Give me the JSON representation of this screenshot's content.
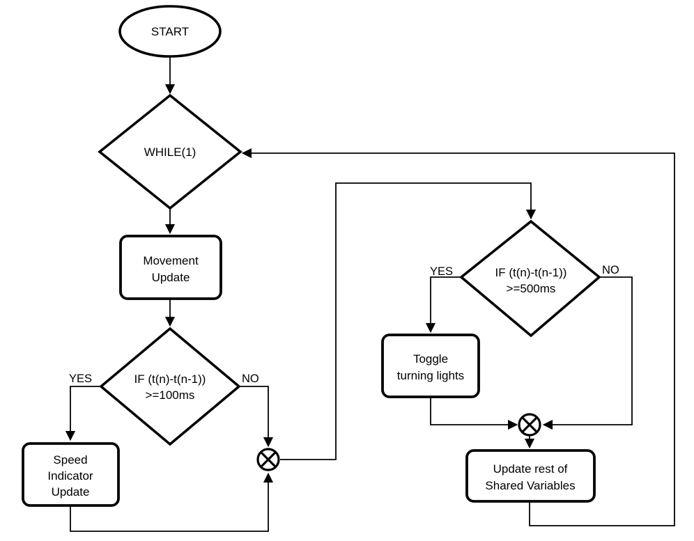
{
  "diagram": {
    "type": "flowchart",
    "colors": {
      "background": "#ffffff",
      "stroke": "#000000",
      "text": "#000000"
    },
    "nodes": {
      "start": {
        "shape": "terminator-ellipse",
        "label": "START"
      },
      "while_loop": {
        "shape": "decision-diamond",
        "label": "WHILE(1)"
      },
      "movement_update": {
        "shape": "process-rect",
        "lines": [
          "Movement",
          "Update"
        ]
      },
      "if_timer_100ms": {
        "shape": "decision-diamond",
        "lines": [
          "IF (t(n)-t(n-1))",
          ">=100ms"
        ]
      },
      "speed_indicator_update": {
        "shape": "process-rect",
        "lines": [
          "Speed",
          "Indicator",
          "Update"
        ]
      },
      "merge_left": {
        "shape": "xor-junction",
        "symbol": "⊗"
      },
      "if_timer_500ms": {
        "shape": "decision-diamond",
        "lines": [
          "IF (t(n)-t(n-1))",
          ">=500ms"
        ]
      },
      "toggle_turning_lights": {
        "shape": "process-rect",
        "lines": [
          "Toggle",
          "turning lights"
        ]
      },
      "merge_right": {
        "shape": "xor-junction",
        "symbol": "⊗"
      },
      "update_shared_variables": {
        "shape": "process-rect",
        "lines": [
          "Update rest of",
          "Shared Variables"
        ]
      }
    },
    "edges": [
      {
        "from": "start",
        "to": "while_loop",
        "label": ""
      },
      {
        "from": "while_loop",
        "to": "movement_update",
        "label": ""
      },
      {
        "from": "movement_update",
        "to": "if_timer_100ms",
        "label": ""
      },
      {
        "from": "if_timer_100ms",
        "to": "speed_indicator_update",
        "label": "YES"
      },
      {
        "from": "if_timer_100ms",
        "to": "merge_left",
        "label": "NO"
      },
      {
        "from": "speed_indicator_update",
        "to": "merge_left",
        "label": ""
      },
      {
        "from": "merge_left",
        "to": "if_timer_500ms",
        "label": ""
      },
      {
        "from": "if_timer_500ms",
        "to": "toggle_turning_lights",
        "label": "YES"
      },
      {
        "from": "if_timer_500ms",
        "to": "merge_right",
        "label": "NO"
      },
      {
        "from": "toggle_turning_lights",
        "to": "merge_right",
        "label": ""
      },
      {
        "from": "merge_right",
        "to": "update_shared_variables",
        "label": ""
      },
      {
        "from": "update_shared_variables",
        "to": "while_loop",
        "label": ""
      }
    ]
  }
}
